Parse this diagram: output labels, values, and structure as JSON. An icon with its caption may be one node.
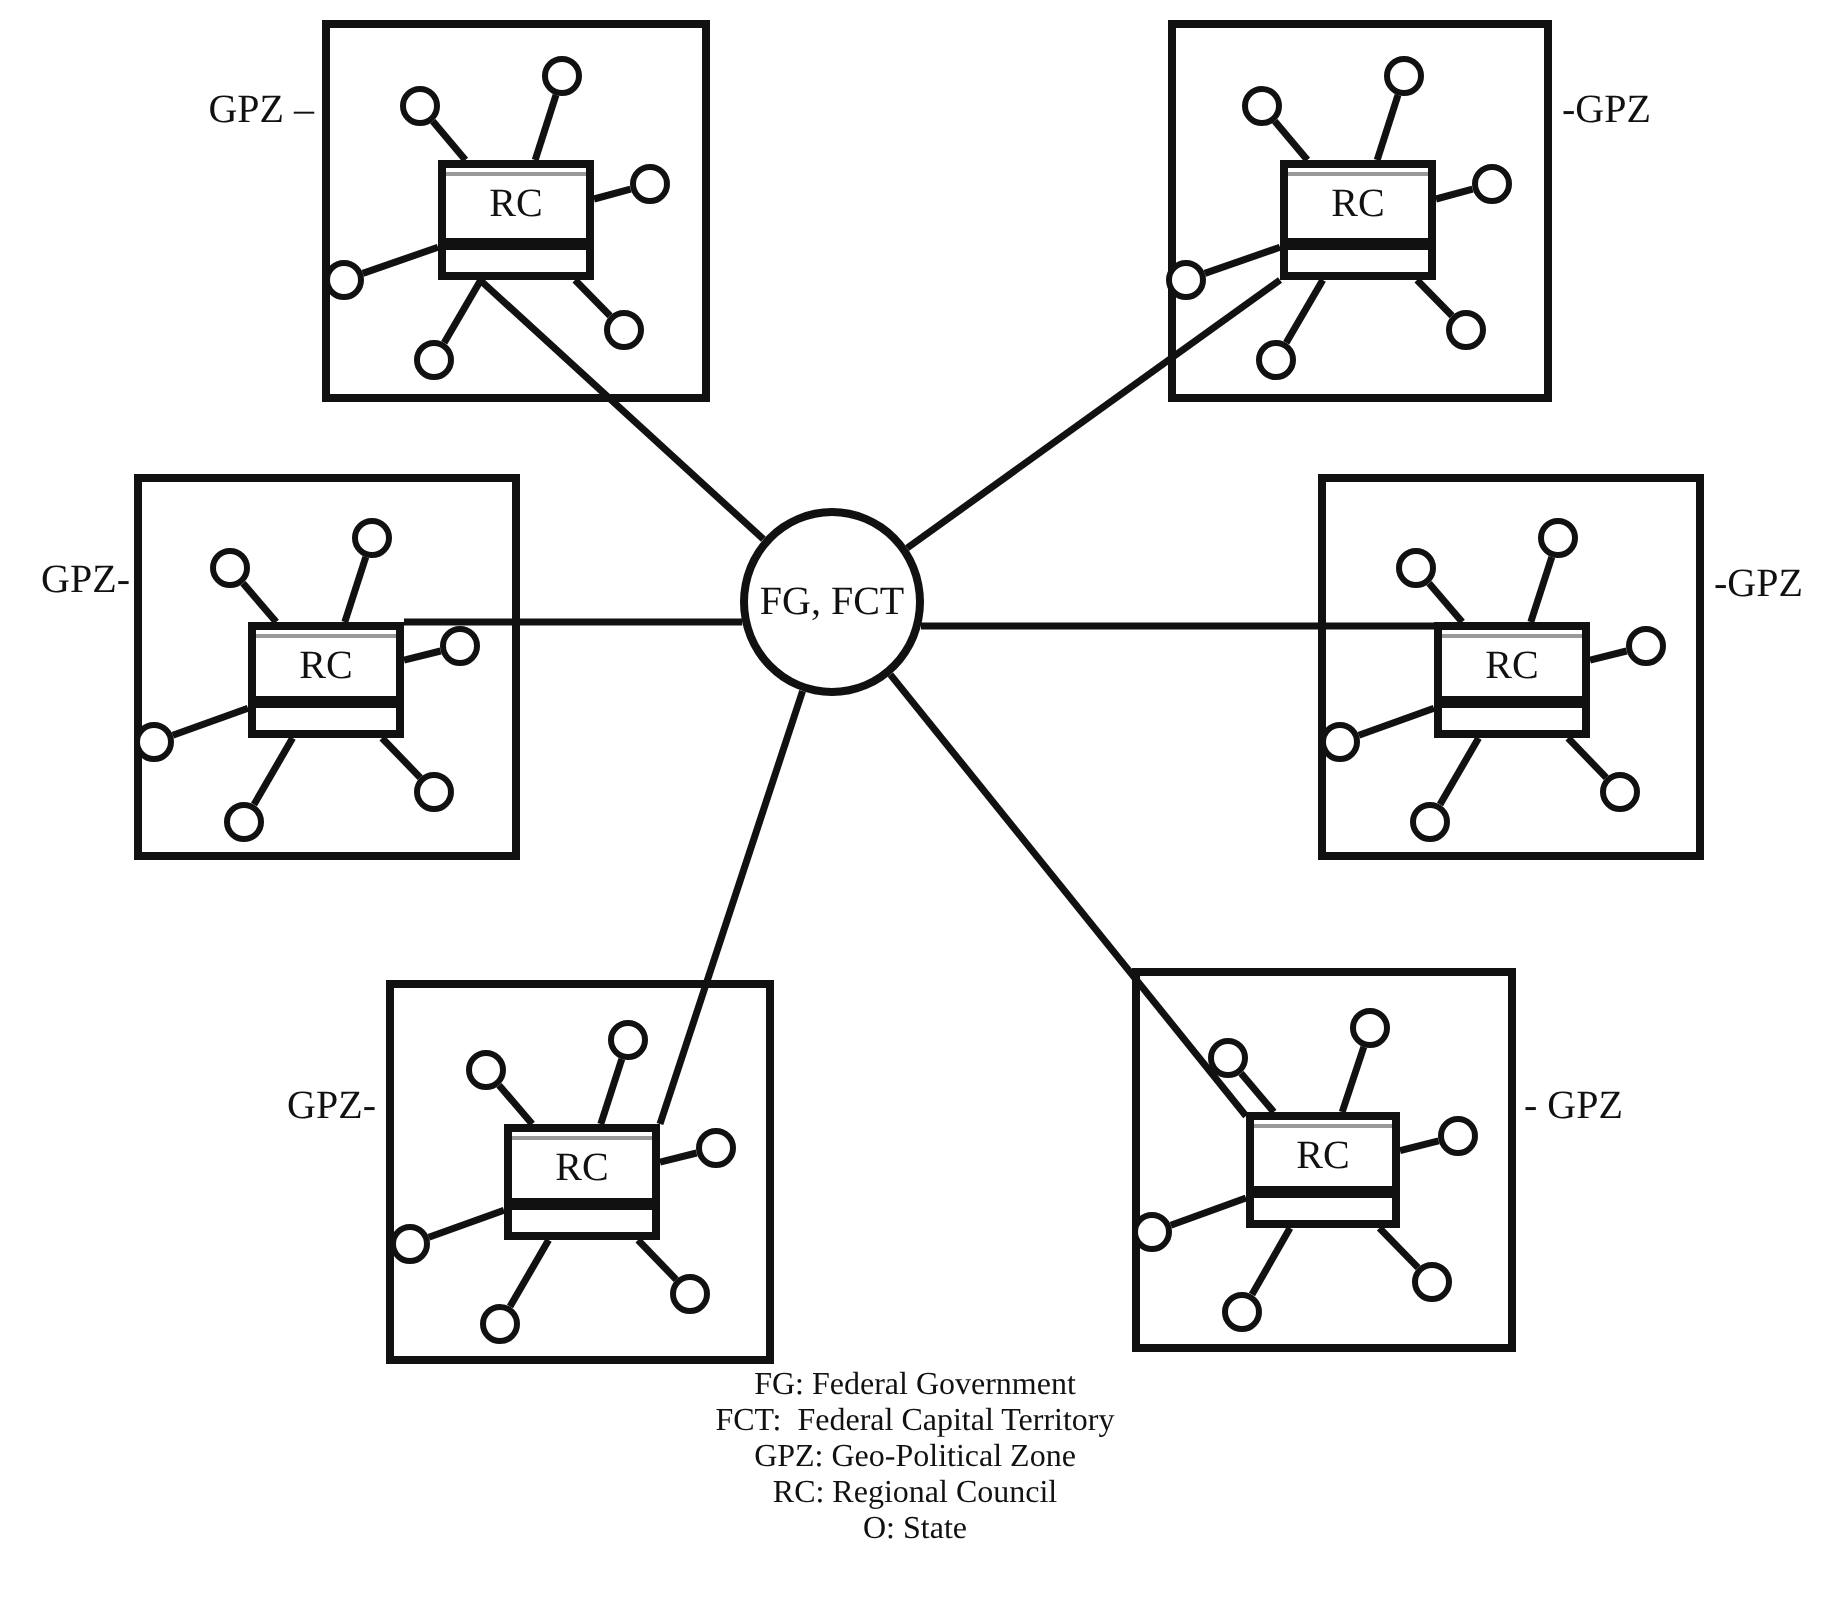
{
  "diagram": {
    "nodes": [
      {
        "text": [
          "FG, FCT"
        ]
      },
      {
        "text": [],
        "shape": "box",
        "beside": [
          "GPZ –"
        ]
      },
      {
        "text": [
          "RC"
        ],
        "in": 1
      },
      {
        "text": [],
        "shape": "circle",
        "in": 1
      },
      {
        "text": [],
        "shape": "circle",
        "in": 1
      },
      {
        "text": [],
        "shape": "circle",
        "in": 1
      },
      {
        "text": [],
        "shape": "circle",
        "in": 1
      },
      {
        "text": [],
        "shape": "circle",
        "in": 1
      },
      {
        "text": [],
        "shape": "circle",
        "in": 1
      },
      {
        "text": [],
        "shape": "box",
        "beside": [
          "-GPZ"
        ]
      },
      {
        "text": [
          "RC"
        ],
        "in": 9
      },
      {
        "text": [],
        "shape": "circle",
        "in": 9
      },
      {
        "text": [],
        "shape": "circle",
        "in": 9
      },
      {
        "text": [],
        "shape": "circle",
        "in": 9
      },
      {
        "text": [],
        "shape": "circle",
        "in": 9
      },
      {
        "text": [],
        "shape": "circle",
        "in": 9
      },
      {
        "text": [],
        "shape": "circle",
        "in": 9
      },
      {
        "text": [],
        "shape": "box",
        "beside": [
          "GPZ-"
        ]
      },
      {
        "text": [
          "RC"
        ],
        "in": 17
      },
      {
        "text": [],
        "shape": "circle",
        "in": 17
      },
      {
        "text": [],
        "shape": "circle",
        "in": 17
      },
      {
        "text": [],
        "shape": "circle",
        "in": 17
      },
      {
        "text": [],
        "shape": "circle",
        "in": 17
      },
      {
        "text": [],
        "shape": "circle",
        "in": 17
      },
      {
        "text": [],
        "shape": "circle",
        "in": 17
      },
      {
        "text": [],
        "shape": "box",
        "beside": [
          "-GPZ"
        ]
      },
      {
        "text": [
          "RC"
        ],
        "in": 25
      },
      {
        "text": [],
        "shape": "circle",
        "in": 25
      },
      {
        "text": [],
        "shape": "circle",
        "in": 25
      },
      {
        "text": [],
        "shape": "circle",
        "in": 25
      },
      {
        "text": [],
        "shape": "circle",
        "in": 25
      },
      {
        "text": [],
        "shape": "circle",
        "in": 25
      },
      {
        "text": [],
        "shape": "circle",
        "in": 25
      },
      {
        "text": [],
        "shape": "box",
        "beside": [
          "GPZ-"
        ]
      },
      {
        "text": [
          "RC"
        ],
        "in": 33
      },
      {
        "text": [],
        "shape": "circle",
        "in": 33
      },
      {
        "text": [],
        "shape": "circle",
        "in": 33
      },
      {
        "text": [],
        "shape": "circle",
        "in": 33
      },
      {
        "text": [],
        "shape": "circle",
        "in": 33
      },
      {
        "text": [],
        "shape": "circle",
        "in": 33
      },
      {
        "text": [],
        "shape": "circle",
        "in": 33
      },
      {
        "text": [],
        "shape": "box",
        "beside": [
          "- GPZ"
        ]
      },
      {
        "text": [
          "RC"
        ],
        "in": 41
      },
      {
        "text": [],
        "shape": "circle",
        "in": 41
      },
      {
        "text": [],
        "shape": "circle",
        "in": 41
      },
      {
        "text": [],
        "shape": "circle",
        "in": 41
      },
      {
        "text": [],
        "shape": "circle",
        "in": 41
      },
      {
        "text": [],
        "shape": "circle",
        "in": 41
      },
      {
        "text": [],
        "shape": "circle",
        "in": 41
      }
    ],
    "edges": [
      {
        "from": 0,
        "to": 2,
        "arrow": "none"
      },
      {
        "from": 0,
        "to": 10,
        "arrow": "none"
      },
      {
        "from": 0,
        "to": 18,
        "arrow": "none"
      },
      {
        "from": 0,
        "to": 26,
        "arrow": "none"
      },
      {
        "from": 0,
        "to": 34,
        "arrow": "none"
      },
      {
        "from": 0,
        "to": 42,
        "arrow": "none"
      },
      {
        "from": 2,
        "to": 3,
        "arrow": "none"
      },
      {
        "from": 2,
        "to": 4,
        "arrow": "none"
      },
      {
        "from": 2,
        "to": 5,
        "arrow": "none"
      },
      {
        "from": 2,
        "to": 6,
        "arrow": "none"
      },
      {
        "from": 2,
        "to": 7,
        "arrow": "none"
      },
      {
        "from": 2,
        "to": 8,
        "arrow": "none"
      },
      {
        "from": 10,
        "to": 11,
        "arrow": "none"
      },
      {
        "from": 10,
        "to": 12,
        "arrow": "none"
      },
      {
        "from": 10,
        "to": 13,
        "arrow": "none"
      },
      {
        "from": 10,
        "to": 14,
        "arrow": "none"
      },
      {
        "from": 10,
        "to": 15,
        "arrow": "none"
      },
      {
        "from": 10,
        "to": 16,
        "arrow": "none"
      },
      {
        "from": 18,
        "to": 19,
        "arrow": "none"
      },
      {
        "from": 18,
        "to": 20,
        "arrow": "none"
      },
      {
        "from": 18,
        "to": 21,
        "arrow": "none"
      },
      {
        "from": 18,
        "to": 22,
        "arrow": "none"
      },
      {
        "from": 18,
        "to": 23,
        "arrow": "none"
      },
      {
        "from": 18,
        "to": 24,
        "arrow": "none"
      },
      {
        "from": 26,
        "to": 27,
        "arrow": "none"
      },
      {
        "from": 26,
        "to": 28,
        "arrow": "none"
      },
      {
        "from": 26,
        "to": 29,
        "arrow": "none"
      },
      {
        "from": 26,
        "to": 30,
        "arrow": "none"
      },
      {
        "from": 26,
        "to": 31,
        "arrow": "none"
      },
      {
        "from": 26,
        "to": 32,
        "arrow": "none"
      },
      {
        "from": 34,
        "to": 35,
        "arrow": "none"
      },
      {
        "from": 34,
        "to": 36,
        "arrow": "none"
      },
      {
        "from": 34,
        "to": 37,
        "arrow": "none"
      },
      {
        "from": 34,
        "to": 38,
        "arrow": "none"
      },
      {
        "from": 34,
        "to": 39,
        "arrow": "none"
      },
      {
        "from": 34,
        "to": 40,
        "arrow": "none"
      },
      {
        "from": 42,
        "to": 43,
        "arrow": "none"
      },
      {
        "from": 42,
        "to": 44,
        "arrow": "none"
      },
      {
        "from": 42,
        "to": 45,
        "arrow": "none"
      },
      {
        "from": 42,
        "to": 46,
        "arrow": "none"
      },
      {
        "from": 42,
        "to": 47,
        "arrow": "none"
      },
      {
        "from": 42,
        "to": 48,
        "arrow": "none"
      }
    ],
    "labels": [
      "FG: Federal Government",
      "FCT:  Federal Capital Territory",
      "GPZ: Geo-Political Zone",
      "RC: Regional Council",
      "O: State"
    ]
  }
}
